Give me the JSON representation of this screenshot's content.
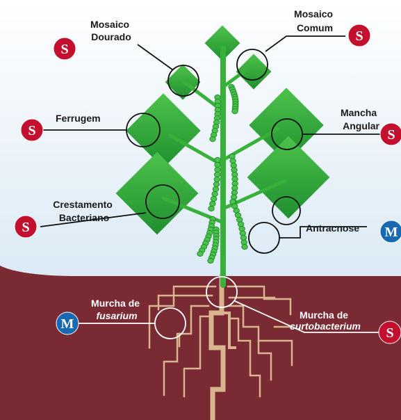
{
  "colors": {
    "sky_top": "#ffffff",
    "sky_bottom": "#c9dff0",
    "soil": "#7a2a33",
    "plant_green": "#38b13a",
    "root": "#d9b58f",
    "badge_s": "#c2102e",
    "badge_m": "#1769b3"
  },
  "badges": {
    "s": "S",
    "m": "M"
  },
  "labels": {
    "mosaico_dourado": [
      "Mosaico",
      "Dourado"
    ],
    "mosaico_comum": [
      "Mosaico",
      "Comum"
    ],
    "ferrugem": [
      "Ferrugem"
    ],
    "mancha_angular": [
      "Mancha",
      "Angular"
    ],
    "crestamento": [
      "Crestamento",
      "Bacteriano"
    ],
    "antracnose": [
      "Antracnose"
    ],
    "murcha_fusarium": [
      "Murcha de",
      "fusarium"
    ],
    "murcha_curto": [
      "Murcha de",
      "curtobacterium"
    ]
  }
}
